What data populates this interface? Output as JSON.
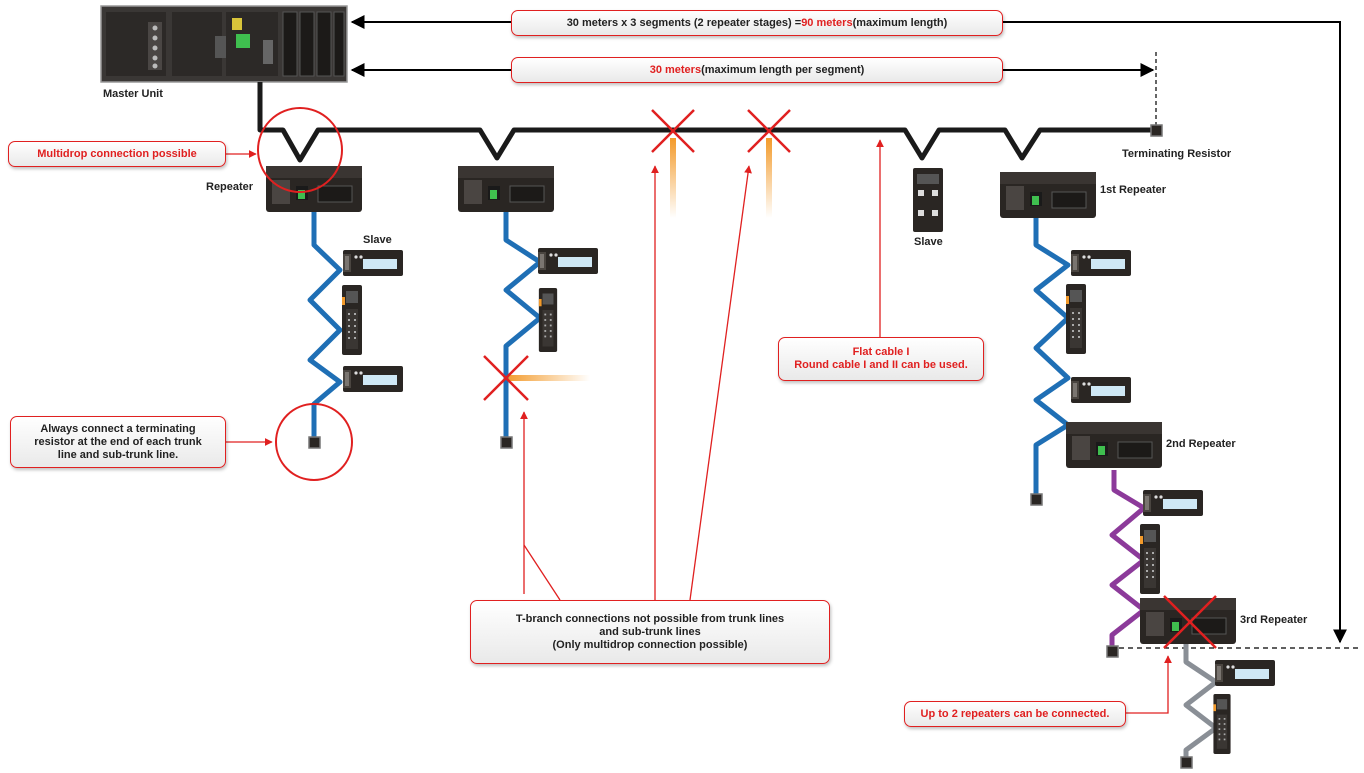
{
  "total_length": {
    "prefix": "30 meters x 3 segments (2 repeater stages) = ",
    "highlight": "90 meters",
    "suffix": " (maximum length)"
  },
  "segment_length": {
    "highlight": "30 meters",
    "suffix": " (maximum length per segment)"
  },
  "labels": {
    "master_unit": "Master Unit",
    "repeater": "Repeater",
    "slave_left": "Slave",
    "slave_mid": "Slave",
    "terminating_resistor": "Terminating Resistor",
    "first_repeater": "1st Repeater",
    "second_repeater": "2nd Repeater",
    "third_repeater": "3rd Repeater"
  },
  "callouts": {
    "multidrop": "Multidrop connection possible",
    "terminating": "Always connect a terminating\nresistor at the end of each trunk\nline and sub-trunk line.",
    "cable": "Flat cable I\nRound cable I and II can be used.",
    "tbranch": "T-branch connections not possible from trunk lines\nand sub-trunk lines\n(Only multidrop connection possible)",
    "up_to_2": "Up to 2 repeaters can be connected."
  },
  "colors": {
    "trunk": "#1a1a1a",
    "sub_trunk_1": "#1f6fb5",
    "sub_trunk_2": "#8c3a9a",
    "sub_trunk_3": "#8a8f96",
    "accent_red": "#e02020",
    "branch_orange": "#f39a2a"
  }
}
